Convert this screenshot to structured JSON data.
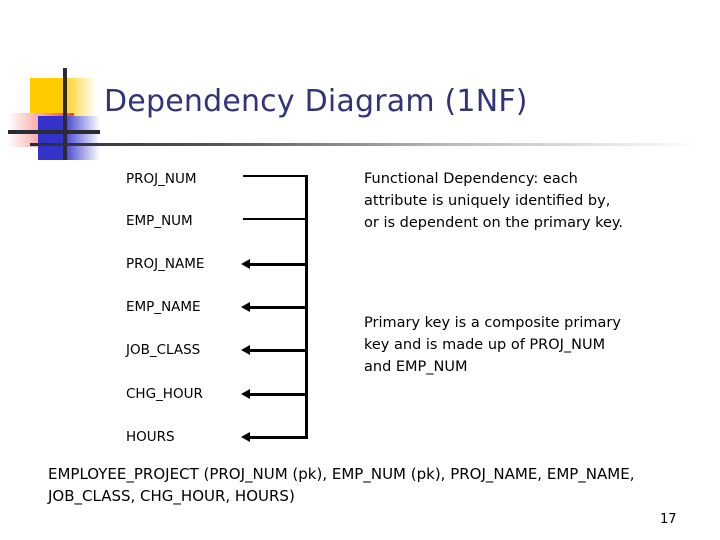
{
  "slide": {
    "title": "Dependency Diagram (1NF)",
    "page_number": "17",
    "title_color": "#333377"
  },
  "logo": {
    "yellow_color": "#FFCC00",
    "red_color": "#F04040",
    "blue_color": "#3333CC",
    "line_color": "#2b2b33"
  },
  "diagram": {
    "attributes": [
      {
        "label": "PROJ_NUM",
        "arrow": false
      },
      {
        "label": "EMP_NUM",
        "arrow": false
      },
      {
        "label": "PROJ_NAME",
        "arrow": true
      },
      {
        "label": "EMP_NAME",
        "arrow": true
      },
      {
        "label": "JOB_CLASS",
        "arrow": true
      },
      {
        "label": "CHG_HOUR",
        "arrow": true
      },
      {
        "label": "HOURS",
        "arrow": true
      }
    ]
  },
  "notes": {
    "functional_dependency": "Functional Dependency: each attribute is uniquely identified by, or is dependent on the primary key.",
    "primary_key": "Primary key is a composite primary key and is made up of PROJ_NUM and EMP_NUM"
  },
  "caption": {
    "text": "EMPLOYEE_PROJECT (PROJ_NUM (pk), EMP_NUM (pk), PROJ_NAME, EMP_NAME, JOB_CLASS, CHG_HOUR, HOURS)"
  }
}
